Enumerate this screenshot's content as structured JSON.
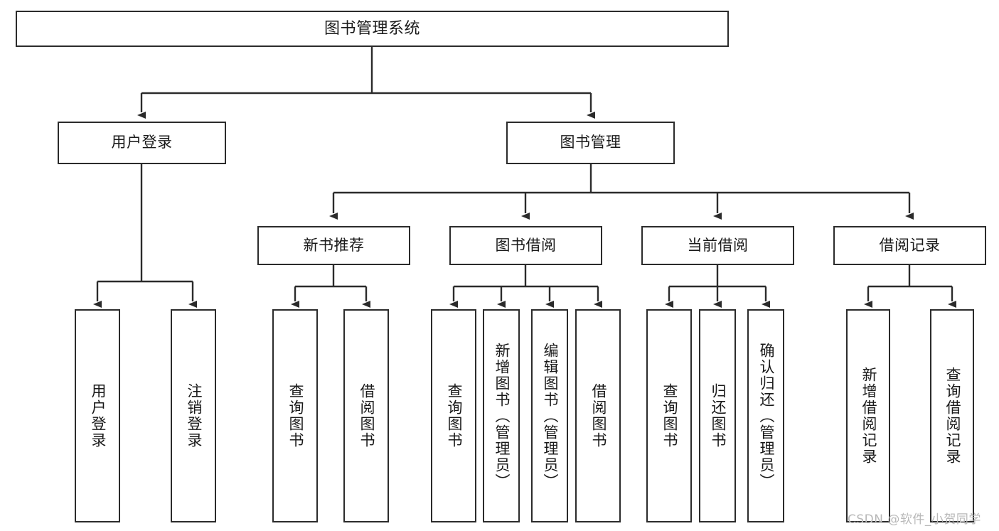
{
  "diagram": {
    "title": "图书管理系统",
    "watermark": "CSDN @软件_小贺同学",
    "root": {
      "label": "图书管理系统"
    },
    "level1": [
      {
        "label": "用户登录"
      },
      {
        "label": "图书管理"
      }
    ],
    "level2": [
      {
        "label": "新书推荐"
      },
      {
        "label": "图书借阅"
      },
      {
        "label": "当前借阅"
      },
      {
        "label": "借阅记录"
      }
    ],
    "leaves": {
      "user_login": [
        {
          "label": "用户登录"
        },
        {
          "label": "注销登录"
        }
      ],
      "new_book": [
        {
          "label": "查询图书"
        },
        {
          "label": "借阅图书"
        }
      ],
      "book_borrow": [
        {
          "label": "查询图书"
        },
        {
          "label": "新增图书（管理员）"
        },
        {
          "label": "编辑图书（管理员）"
        },
        {
          "label": "借阅图书"
        }
      ],
      "current_borrow": [
        {
          "label": "查询图书"
        },
        {
          "label": "归还图书"
        },
        {
          "label": "确认归还（管理员）"
        }
      ],
      "borrow_record": [
        {
          "label": "新增借阅记录"
        },
        {
          "label": "查询借阅记录"
        }
      ]
    },
    "colors": {
      "stroke": "#2b2b2b",
      "background": "#ffffff",
      "text": "#1a1a1a",
      "watermark": "#b8b8b8"
    }
  }
}
